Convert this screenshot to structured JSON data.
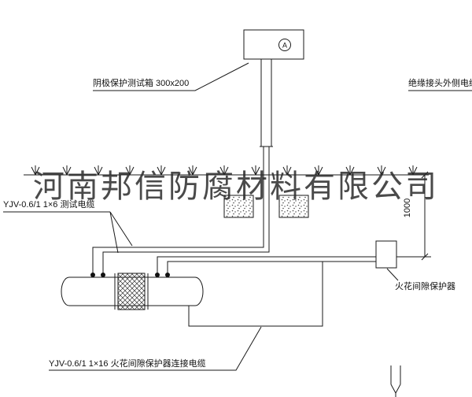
{
  "watermark": {
    "text": "河南邦信防腐材料有限公司"
  },
  "labels": {
    "test_box": "阴极保护测试箱 300x200",
    "right_cable": "绝缘接头外侧电缆",
    "test_cable": "YJV-0.6/1 1×6  测试电缆",
    "dimension": "1000",
    "protector": "火花间隙保护器",
    "bottom_cable": "YJV-0.6/1 1×16  火花间隙保护器连接电缆"
  },
  "meter": {
    "symbol": "A"
  },
  "colors": {
    "line": "#1a1a1a",
    "background": "#ffffff",
    "watermark": "#2b2b2b"
  }
}
